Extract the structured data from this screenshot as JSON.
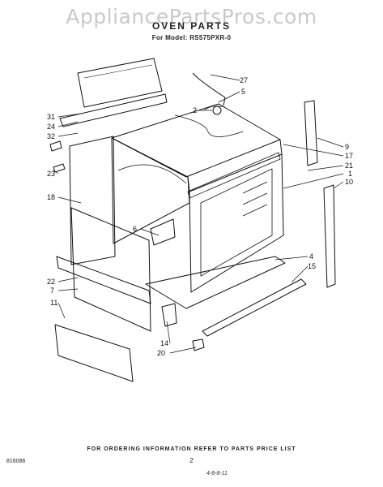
{
  "watermark": "AppliancePartsPros.com",
  "header": {
    "title": "OVEN PARTS",
    "model_prefix": "For Model:",
    "model_number": "RS575PXR-0"
  },
  "callouts": [
    {
      "id": "c31",
      "label": "31"
    },
    {
      "id": "c24",
      "label": "24"
    },
    {
      "id": "c32",
      "label": "32"
    },
    {
      "id": "c23",
      "label": "23"
    },
    {
      "id": "c18",
      "label": "18"
    },
    {
      "id": "c6",
      "label": "6"
    },
    {
      "id": "c22",
      "label": "22"
    },
    {
      "id": "c7",
      "label": "7"
    },
    {
      "id": "c11",
      "label": "11"
    },
    {
      "id": "c14",
      "label": "14"
    },
    {
      "id": "c20",
      "label": "20"
    },
    {
      "id": "c27",
      "label": "27"
    },
    {
      "id": "c5",
      "label": "5"
    },
    {
      "id": "c2",
      "label": "2"
    },
    {
      "id": "c9",
      "label": "9"
    },
    {
      "id": "c17",
      "label": "17"
    },
    {
      "id": "c21",
      "label": "21"
    },
    {
      "id": "c1",
      "label": "1"
    },
    {
      "id": "c10",
      "label": "10"
    },
    {
      "id": "c4",
      "label": "4"
    },
    {
      "id": "c15",
      "label": "15"
    }
  ],
  "footer": {
    "ordering_note": "FOR ORDERING INFORMATION REFER TO PARTS PRICE LIST",
    "doc_number": "816086",
    "page_number": "2",
    "date_code": "4-8-8-11"
  }
}
